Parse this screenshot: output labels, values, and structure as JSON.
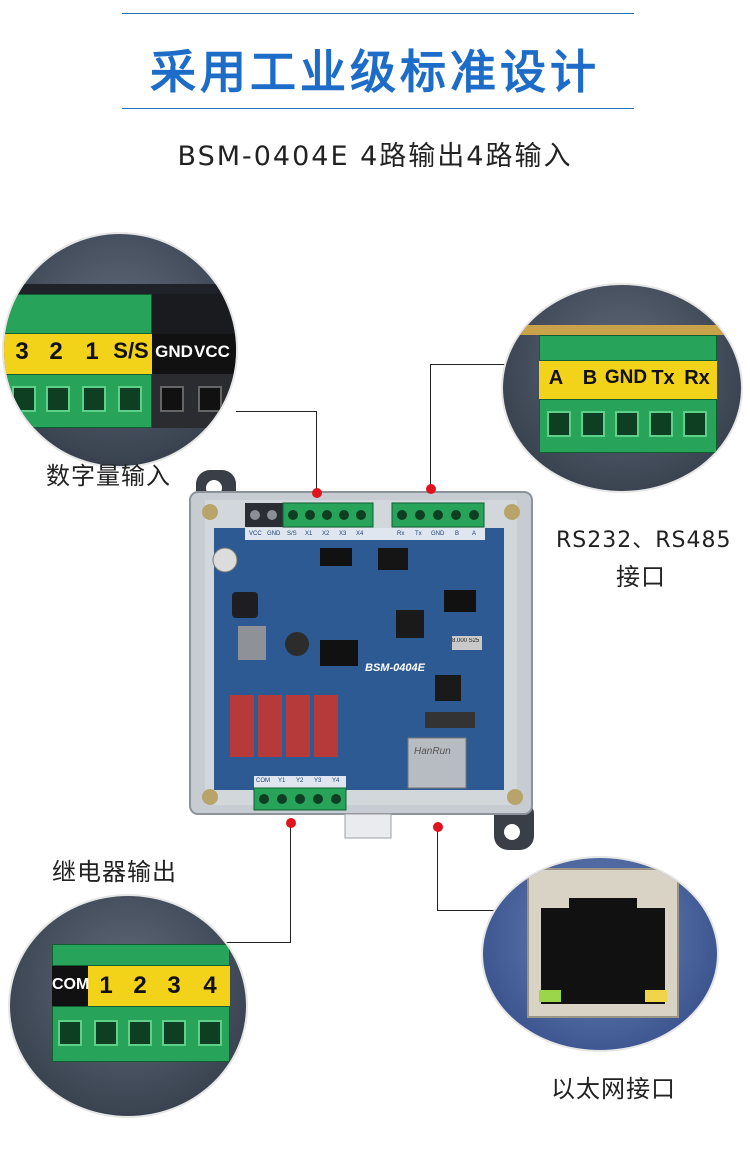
{
  "header": {
    "title": "采用工业级标准设计",
    "subtitle": "BSM-0404E 4路输出4路输入"
  },
  "callouts": {
    "digital_input": {
      "label": "数字量输入",
      "terminals": [
        "3",
        "2",
        "1",
        "S/S",
        "GND",
        "VCC"
      ]
    },
    "serial": {
      "label_line1": "RS232、RS485",
      "label_line2": "接口",
      "terminals": [
        "A",
        "B",
        "GND",
        "Tx",
        "Rx"
      ]
    },
    "relay_output": {
      "label": "继电器输出",
      "terminals": [
        "COM",
        "1",
        "2",
        "3",
        "4"
      ]
    },
    "ethernet": {
      "label": "以太网接口"
    }
  },
  "board": {
    "model_marking": "BSM-0404E",
    "crystal_marking": "8.000 S25",
    "jack_marking": "HanRun",
    "top_silk": [
      "VCC",
      "GND",
      "S/S",
      "X1",
      "X2",
      "X3",
      "X4",
      "Rx",
      "Tx",
      "GND",
      "B",
      "A"
    ],
    "bottom_silk": [
      "COM",
      "Y1",
      "Y2",
      "Y3",
      "Y4"
    ]
  },
  "colors": {
    "title_blue": "#1c6cc8",
    "leader_dot": "#e0141e",
    "pcb_blue": "#2d5a93",
    "terminal_green": "#28a35a",
    "label_yellow": "#f3d21a"
  }
}
